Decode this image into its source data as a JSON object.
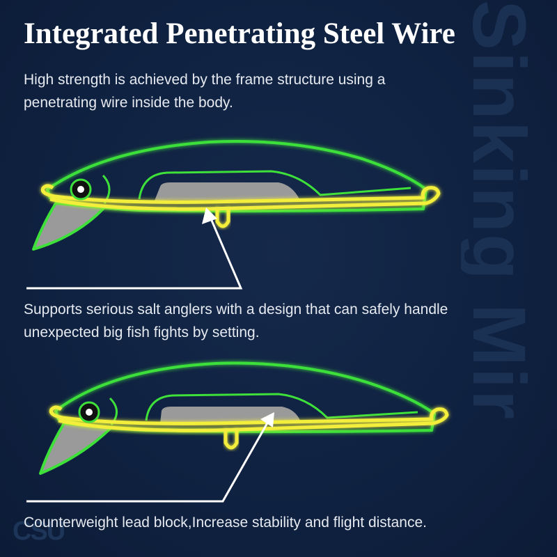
{
  "title": "Integrated Penetrating Steel Wire",
  "watermark": "Sinking Mir",
  "brand_mark": "CSU",
  "description_top": "High strength is achieved by the frame structure using a penetrating wire inside the body.",
  "callout_1": "Supports serious salt anglers with a design that can safely handle unexpected big fish fights by setting.",
  "callout_2": "Counterweight lead block,Increase stability and flight distance.",
  "colors": {
    "background": "#0f2140",
    "body_outline": "#3ee03a",
    "wire": "#f2ee3a",
    "lead_block": "#9a9a9a",
    "text": "#ffffff"
  }
}
